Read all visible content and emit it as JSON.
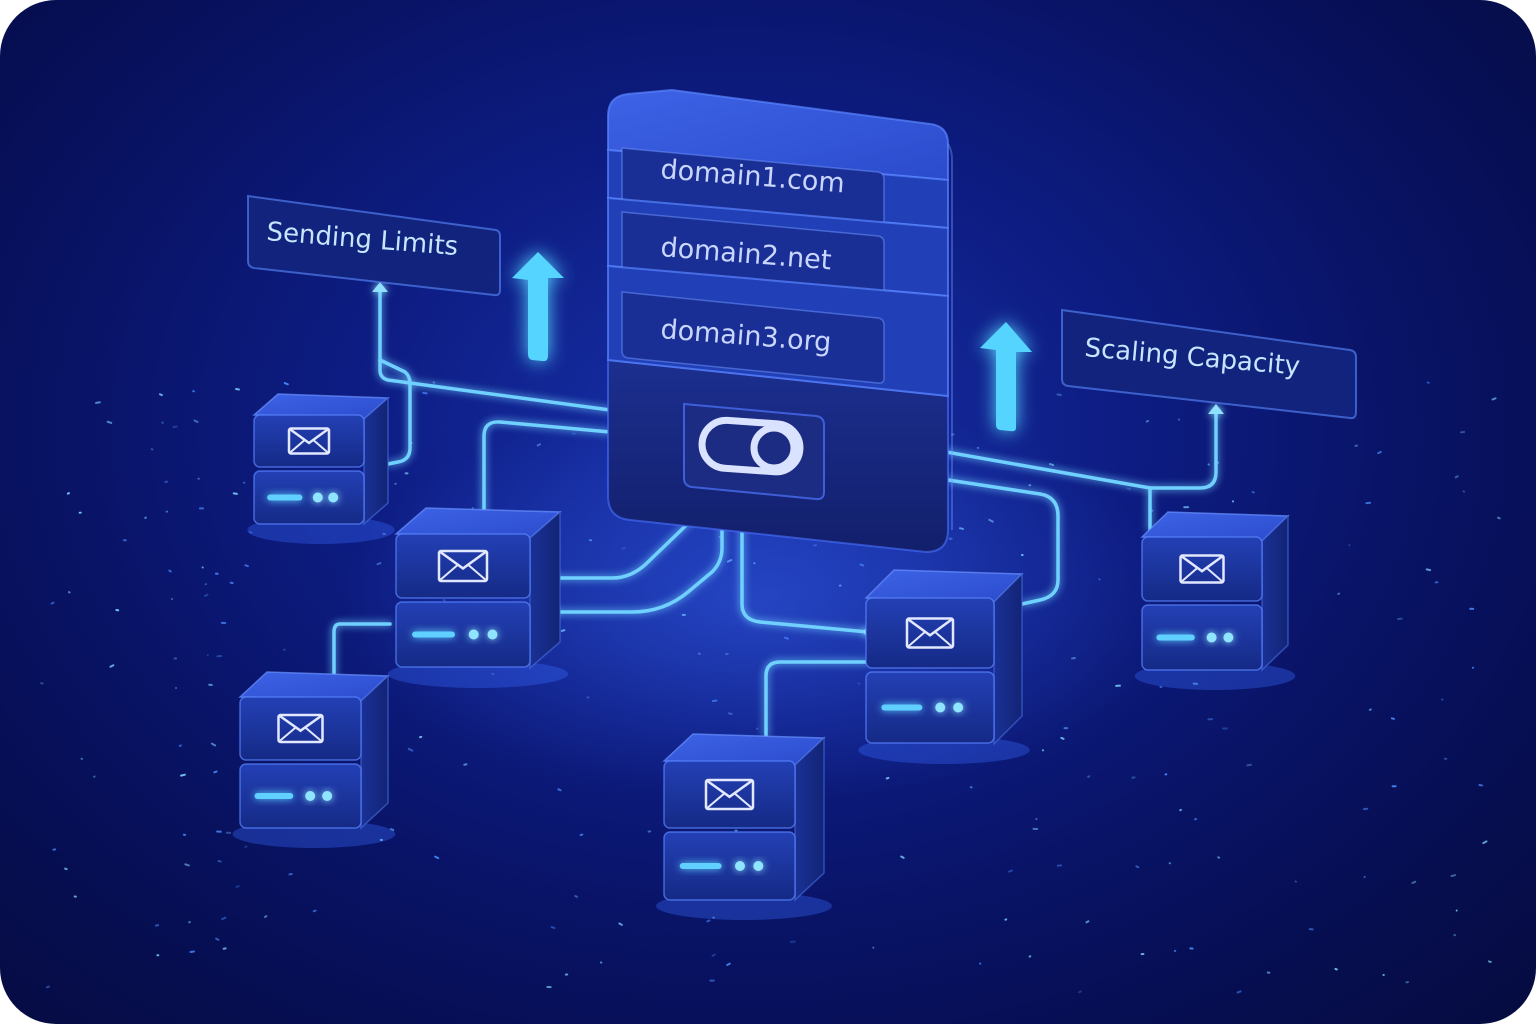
{
  "hub": {
    "domains": [
      "domain1.com",
      "domain2.net",
      "domain3.org"
    ],
    "center_icon": "toggle-link-icon"
  },
  "labels": {
    "left": "Sending Limits",
    "right": "Scaling Capacity"
  },
  "nodes": {
    "count": 6,
    "icon": "envelope-icon",
    "status_icon": "status-bar-dots-icon"
  },
  "arrows": {
    "icon": "up-arrow-icon"
  },
  "colors": {
    "background": "#0a1870",
    "glow": "#4fb8ff",
    "panel": "#2a47c9",
    "text": "#c9d6ff"
  }
}
